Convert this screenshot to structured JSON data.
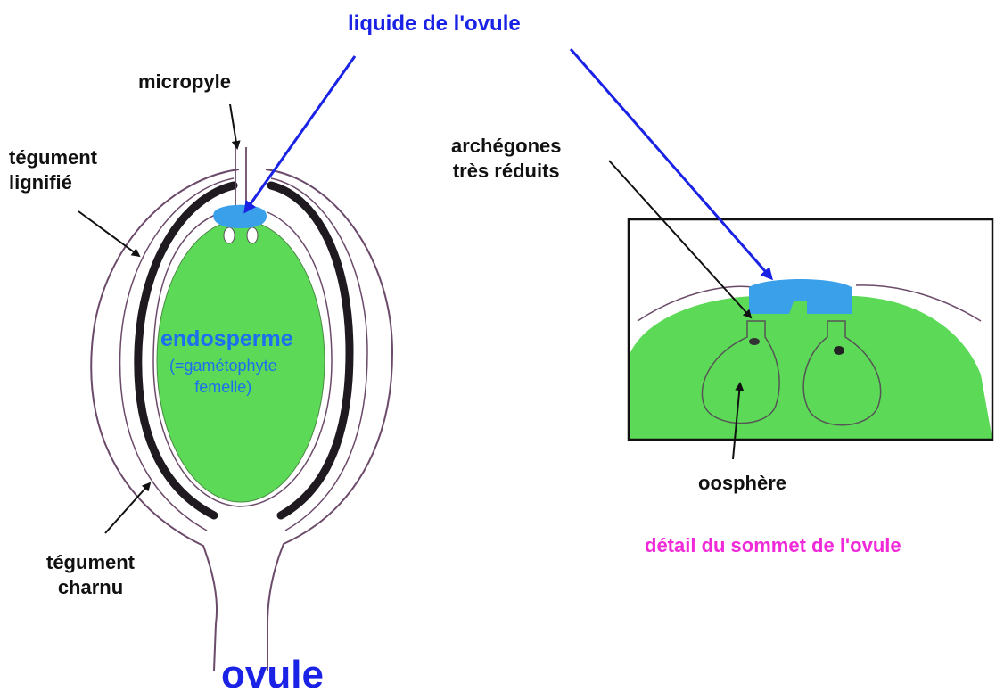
{
  "labels": {
    "liquid": "liquide de l'ovule",
    "micropyle": "micropyle",
    "tegument_lignifie": [
      "tégument",
      "lignifié"
    ],
    "endosperme": "endosperme",
    "gametophyte": [
      "(=gamétophyte",
      "femelle)"
    ],
    "tegument_charnu": [
      "tégument",
      "charnu"
    ],
    "archegones": [
      "archégones",
      "très réduits"
    ],
    "oosphere": "oosphère",
    "detail": "détail du sommet de l'ovule",
    "ovule": "ovule"
  },
  "colors": {
    "blue_label": "#1a22e6",
    "magenta": "#f02ad8",
    "green": "#5cd957",
    "liquid": "#3aa0ea",
    "endosperm_text": "#1c6ff0",
    "outline": "#6b4a6a",
    "lignified": "#1e1a20"
  }
}
